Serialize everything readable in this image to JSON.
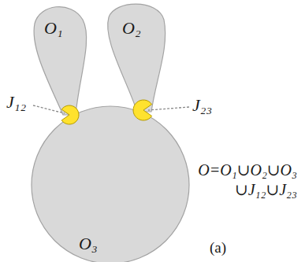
{
  "diagram": {
    "nodes": [
      {
        "text": [
          "O₁"
        ]
      },
      {
        "text": [
          "O₂"
        ]
      },
      {
        "text": [
          "O₃"
        ]
      }
    ],
    "labels": [
      "J₁₂",
      "J₂₃",
      "O=O₁∪O₂∪O₃ ∪J₁₂∪J₂₃",
      "(a)"
    ]
  }
}
